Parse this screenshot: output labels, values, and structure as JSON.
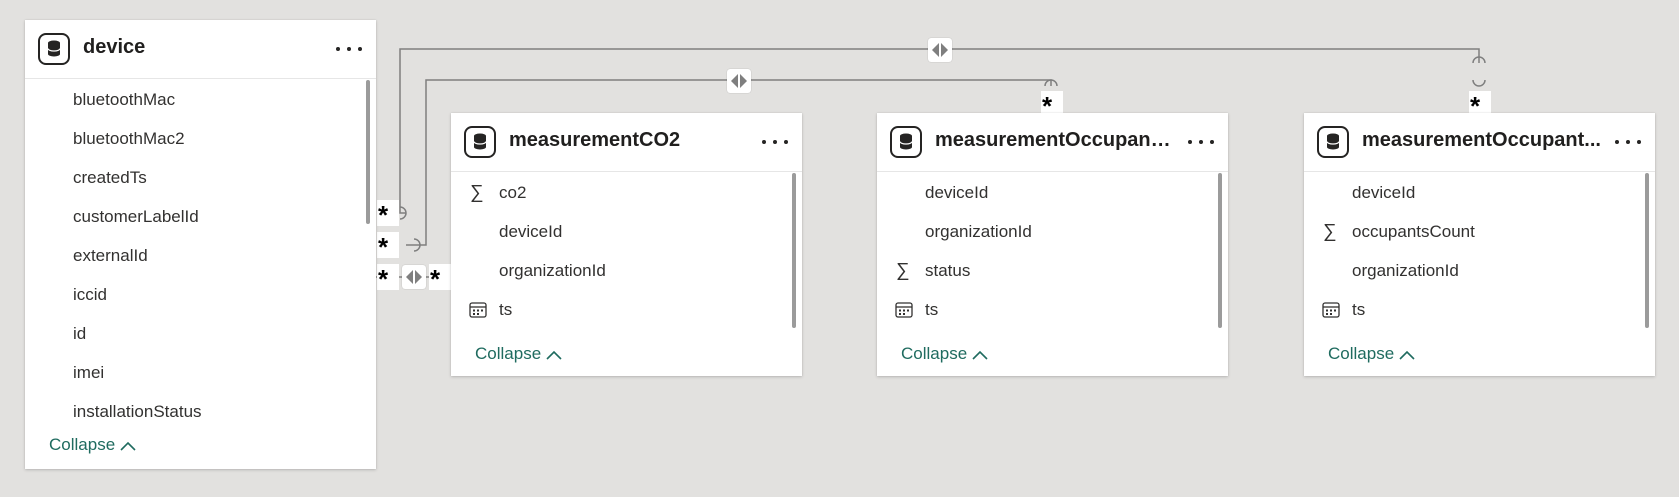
{
  "tables": [
    {
      "name": "device",
      "fields": [
        {
          "name": "bluetoothMac",
          "kind": "text"
        },
        {
          "name": "bluetoothMac2",
          "kind": "text"
        },
        {
          "name": "createdTs",
          "kind": "text"
        },
        {
          "name": "customerLabelId",
          "kind": "text"
        },
        {
          "name": "externalId",
          "kind": "text"
        },
        {
          "name": "iccid",
          "kind": "text"
        },
        {
          "name": "id",
          "kind": "text"
        },
        {
          "name": "imei",
          "kind": "text"
        },
        {
          "name": "installationStatus",
          "kind": "text"
        }
      ],
      "collapse_label": "Collapse"
    },
    {
      "name": "measurementCO2",
      "fields": [
        {
          "name": "co2",
          "kind": "sum"
        },
        {
          "name": "deviceId",
          "kind": "text"
        },
        {
          "name": "organizationId",
          "kind": "text"
        },
        {
          "name": "ts",
          "kind": "date"
        }
      ],
      "collapse_label": "Collapse"
    },
    {
      "name": "measurementOccupanc...",
      "fields": [
        {
          "name": "deviceId",
          "kind": "text"
        },
        {
          "name": "organizationId",
          "kind": "text"
        },
        {
          "name": "status",
          "kind": "sum"
        },
        {
          "name": "ts",
          "kind": "date"
        }
      ],
      "collapse_label": "Collapse"
    },
    {
      "name": "measurementOccupant...",
      "fields": [
        {
          "name": "deviceId",
          "kind": "text"
        },
        {
          "name": "occupantsCount",
          "kind": "sum"
        },
        {
          "name": "organizationId",
          "kind": "text"
        },
        {
          "name": "ts",
          "kind": "date"
        }
      ],
      "collapse_label": "Collapse"
    }
  ],
  "relationships": [
    {
      "from": "device",
      "to": "measurementCO2",
      "from_cardinality": "*",
      "to_cardinality": "*",
      "direction": "both"
    },
    {
      "from": "device",
      "to": "measurementOccupanc...",
      "from_cardinality": "*",
      "to_cardinality": "*",
      "direction": "both"
    },
    {
      "from": "device",
      "to": "measurementOccupant...",
      "from_cardinality": "*",
      "to_cardinality": "*",
      "direction": "both"
    }
  ],
  "icons": {
    "table": "database-icon",
    "more": "more-options-icon",
    "sum_field": "sigma-icon",
    "date_field": "calendar-icon",
    "collapse": "chevron-up-icon",
    "direction": "bidirectional-filter-icon"
  },
  "colors": {
    "canvas": "#e2e1df",
    "card": "#ffffff",
    "collapse_link": "#1f6b5f",
    "connector": "#7a7a7a"
  }
}
